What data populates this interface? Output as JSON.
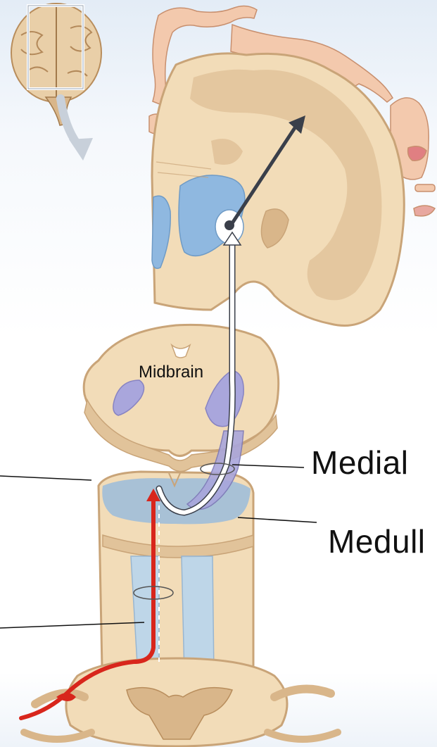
{
  "labels": {
    "midbrain": "Midbrain",
    "medial_lemniscus_partial": "Medial",
    "medulla_partial": "Medull"
  },
  "colors": {
    "tissue": "#f2dcb8",
    "tissue_edge": "#c9a478",
    "gray_matter": "#d9b68a",
    "ventricle": "#8fb8e0",
    "column": "#b9d6ee",
    "lemniscus": "#a9a6dc",
    "pathway_red": "#d8261c",
    "pathway_dark": "#3a3f4a"
  }
}
